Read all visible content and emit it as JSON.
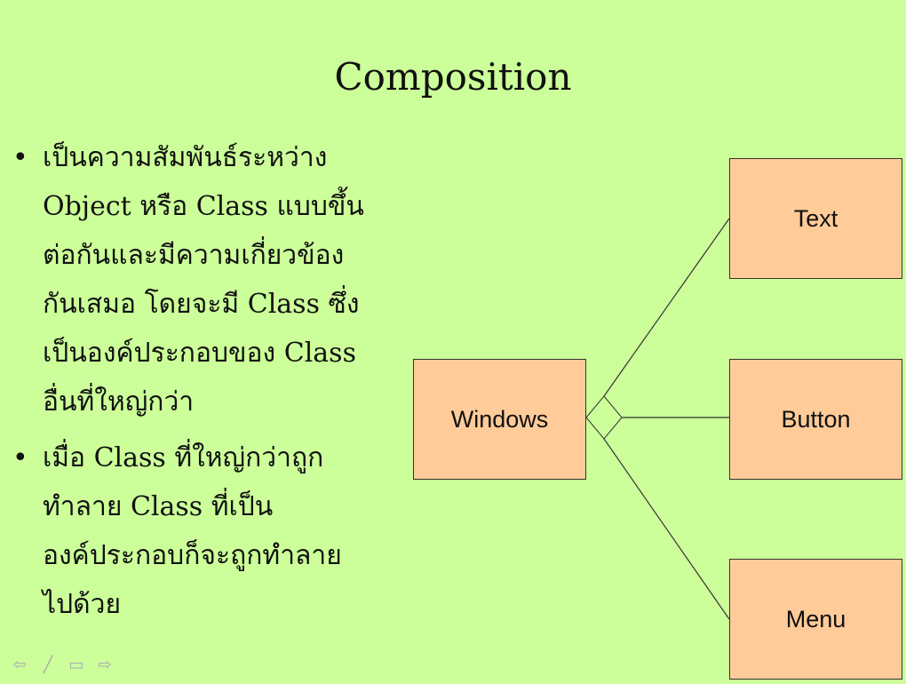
{
  "slide": {
    "title": "Composition",
    "bullets": [
      {
        "lines": [
          "เป็นความสัมพันธ์ระหว่าง",
          "Object หรือ Class แบบขึ้น",
          "ต่อกันและมีความเกี่ยวข้อง",
          "กันเสมอ โดยจะมี Class ซึ่ง",
          "เป็นองค์ประกอบของ Class",
          "อื่นที่ใหญ่กว่า"
        ]
      },
      {
        "lines": [
          "เมื่อ Class ที่ใหญ่กว่าถูก",
          "ทำลาย Class ที่เป็น",
          "องค์ประกอบก็จะถูกทำลาย",
          "ไปด้วย"
        ]
      }
    ],
    "bullet_symbol": "•"
  },
  "diagram": {
    "whole": "Windows",
    "parts": [
      "Text",
      "Button",
      "Menu"
    ],
    "box_color": "#ffcc99",
    "relationship": "composition"
  },
  "nav": {
    "icons": [
      "prev-arrow-icon",
      "pen-icon",
      "menu-icon",
      "next-arrow-icon"
    ],
    "glyphs": [
      "⇦",
      "╱",
      "▭",
      "⇨"
    ]
  },
  "colors": {
    "background": "#ccff99",
    "box": "#ffcc99"
  }
}
